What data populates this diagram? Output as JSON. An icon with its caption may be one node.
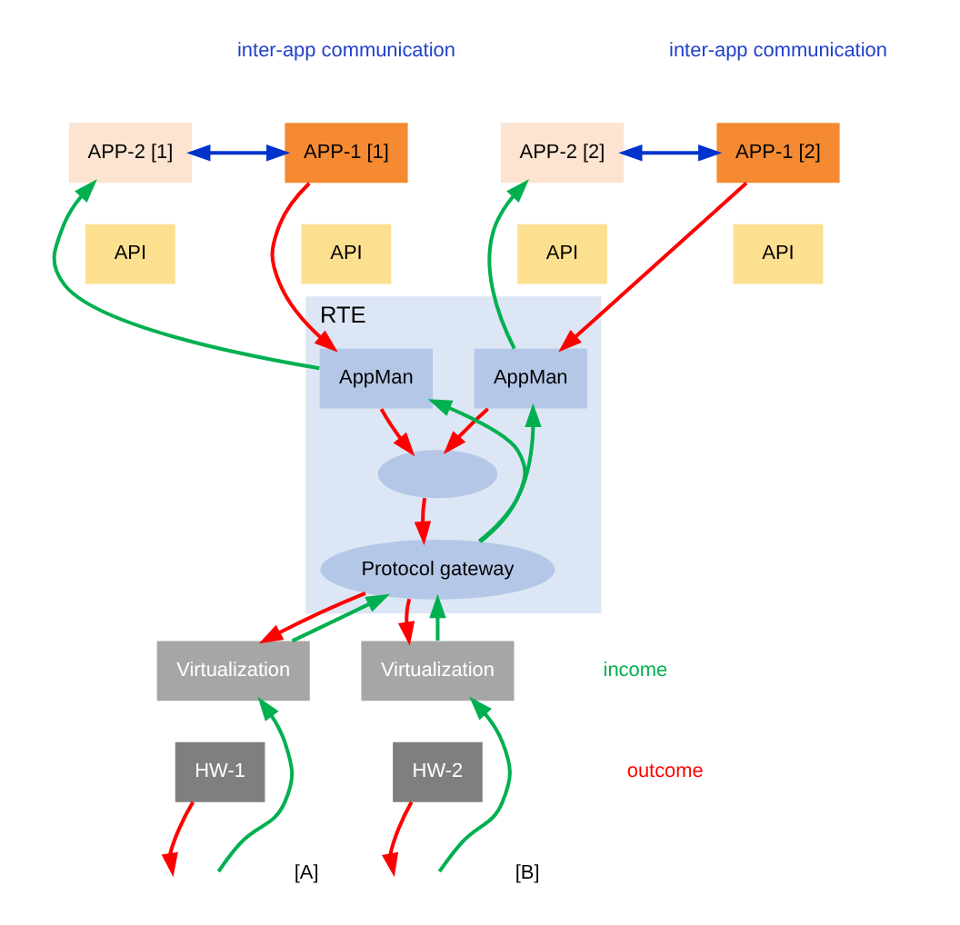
{
  "diagram": {
    "nodes": [
      {
        "text": [
          "RTE"
        ]
      },
      {
        "text": [
          "APP-1 [1]"
        ]
      },
      {
        "text": [
          "APP-2 [1]"
        ]
      },
      {
        "text": [
          "API"
        ]
      },
      {
        "text": [
          "API"
        ]
      },
      {
        "text": [
          "AppMan"
        ],
        "in": 0
      },
      {
        "text": [
          "APP-1 [2]"
        ]
      },
      {
        "text": [
          "APP-2 [2]"
        ]
      },
      {
        "text": [
          "API"
        ]
      },
      {
        "text": [
          "API"
        ]
      },
      {
        "text": [
          "AppMan"
        ],
        "in": 0
      },
      {
        "text": [],
        "shape": "ellipse",
        "in": 0
      },
      {
        "text": [
          "Protocol gateway"
        ],
        "in": 0
      },
      {
        "text": [
          "Virtualization"
        ]
      },
      {
        "text": [
          "HW-1"
        ]
      },
      {
        "text": [
          "Virtualization"
        ]
      },
      {
        "text": [
          "HW-2"
        ]
      }
    ],
    "edges": [
      {
        "from": 1,
        "to": 2,
        "arrow": "both",
        "color": "#0033cc"
      },
      {
        "from": 6,
        "to": 7,
        "arrow": "both",
        "color": "#0033cc"
      },
      {
        "from": 1,
        "to": 5,
        "arrow": "to",
        "color": "#ff0000"
      },
      {
        "from": 5,
        "to": 11,
        "arrow": "to",
        "color": "#ff0000"
      },
      {
        "from": 6,
        "to": 10,
        "arrow": "to",
        "color": "#ff0000"
      },
      {
        "from": 10,
        "to": 11,
        "arrow": "to",
        "color": "#ff0000"
      },
      {
        "from": 11,
        "to": 12,
        "arrow": "to",
        "color": "#ff0000"
      },
      {
        "from": 12,
        "to": 13,
        "arrow": "to",
        "color": "#ff0000"
      },
      {
        "from": 14,
        "to": null,
        "arrow": "to",
        "color": "#ff0000"
      },
      {
        "from": 12,
        "to": 15,
        "arrow": "to",
        "color": "#ff0000"
      },
      {
        "from": 16,
        "to": null,
        "arrow": "to",
        "color": "#ff0000"
      },
      {
        "from": null,
        "to": 13,
        "arrow": "to",
        "color": "#00b050"
      },
      {
        "from": 13,
        "to": 12,
        "arrow": "to",
        "color": "#00b050"
      },
      {
        "from": 12,
        "to": 5,
        "arrow": "to",
        "color": "#00b050"
      },
      {
        "from": 5,
        "to": 2,
        "arrow": "to",
        "color": "#00b050"
      },
      {
        "from": null,
        "to": 15,
        "arrow": "to",
        "color": "#00b050"
      },
      {
        "from": 15,
        "to": 12,
        "arrow": "to",
        "color": "#00b050"
      },
      {
        "from": 12,
        "to": 10,
        "arrow": "to",
        "color": "#00b050"
      },
      {
        "from": 10,
        "to": 7,
        "arrow": "to",
        "color": "#00b050"
      }
    ],
    "labels": [
      "inter-app communication",
      "inter-app communication",
      "income",
      "outcome",
      "[A]",
      "[B]"
    ]
  }
}
